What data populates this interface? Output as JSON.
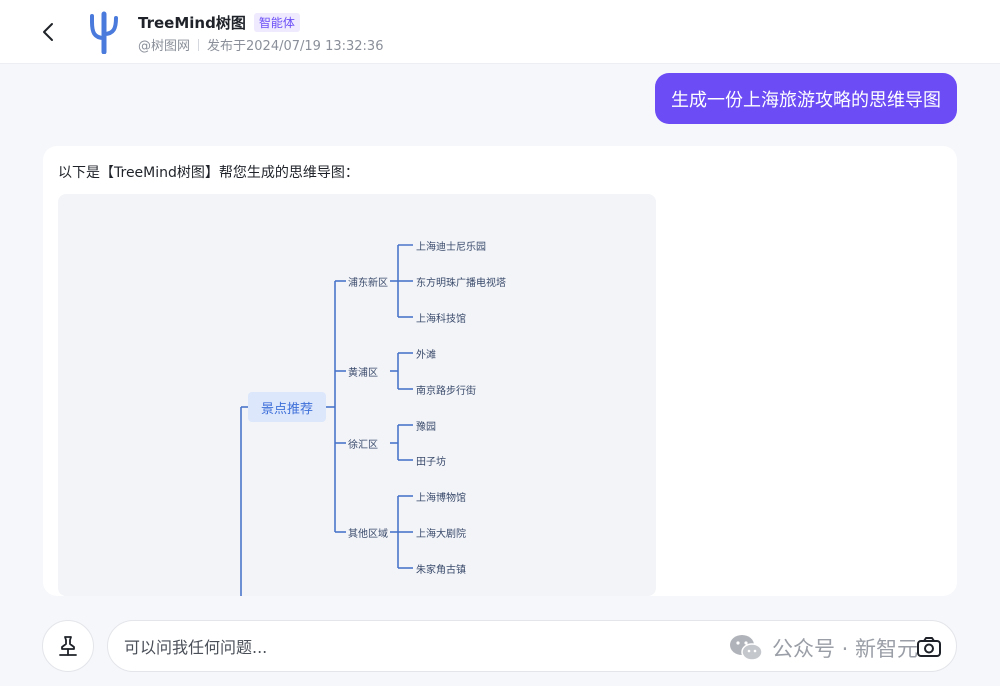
{
  "header": {
    "app_title": "TreeMind树图",
    "tag": "智能体",
    "source": "@树图网",
    "published": "发布于2024/07/19 13:32:36"
  },
  "chat": {
    "user_message": "生成一份上海旅游攻略的思维导图",
    "answer_intro": "以下是【TreeMind树图】帮您生成的思维导图："
  },
  "mindmap": {
    "root": "景点推荐",
    "branches": [
      {
        "label": "浦东新区",
        "children": [
          "上海迪士尼乐园",
          "东方明珠广播电视塔",
          "上海科技馆"
        ]
      },
      {
        "label": "黄浦区",
        "children": [
          "外滩",
          "南京路步行街"
        ]
      },
      {
        "label": "徐汇区",
        "children": [
          "豫园",
          "田子坊"
        ]
      },
      {
        "label": "其他区域",
        "children": [
          "上海博物馆",
          "上海大剧院",
          "朱家角古镇"
        ]
      }
    ],
    "colors": {
      "line": "#4a74c9",
      "root_bg": "#dde7fb",
      "root_text": "#3d6fd9"
    }
  },
  "input": {
    "placeholder": "可以问我任何问题..."
  },
  "watermark": {
    "text": "公众号 · 新智元"
  },
  "icons": {
    "back": "chevron-left-icon",
    "logo": "treemind-logo",
    "pin": "pin-icon",
    "camera": "camera-icon",
    "wechat": "wechat-icon"
  },
  "colors": {
    "accent": "#6c4cf4",
    "background": "#f6f7fb"
  }
}
